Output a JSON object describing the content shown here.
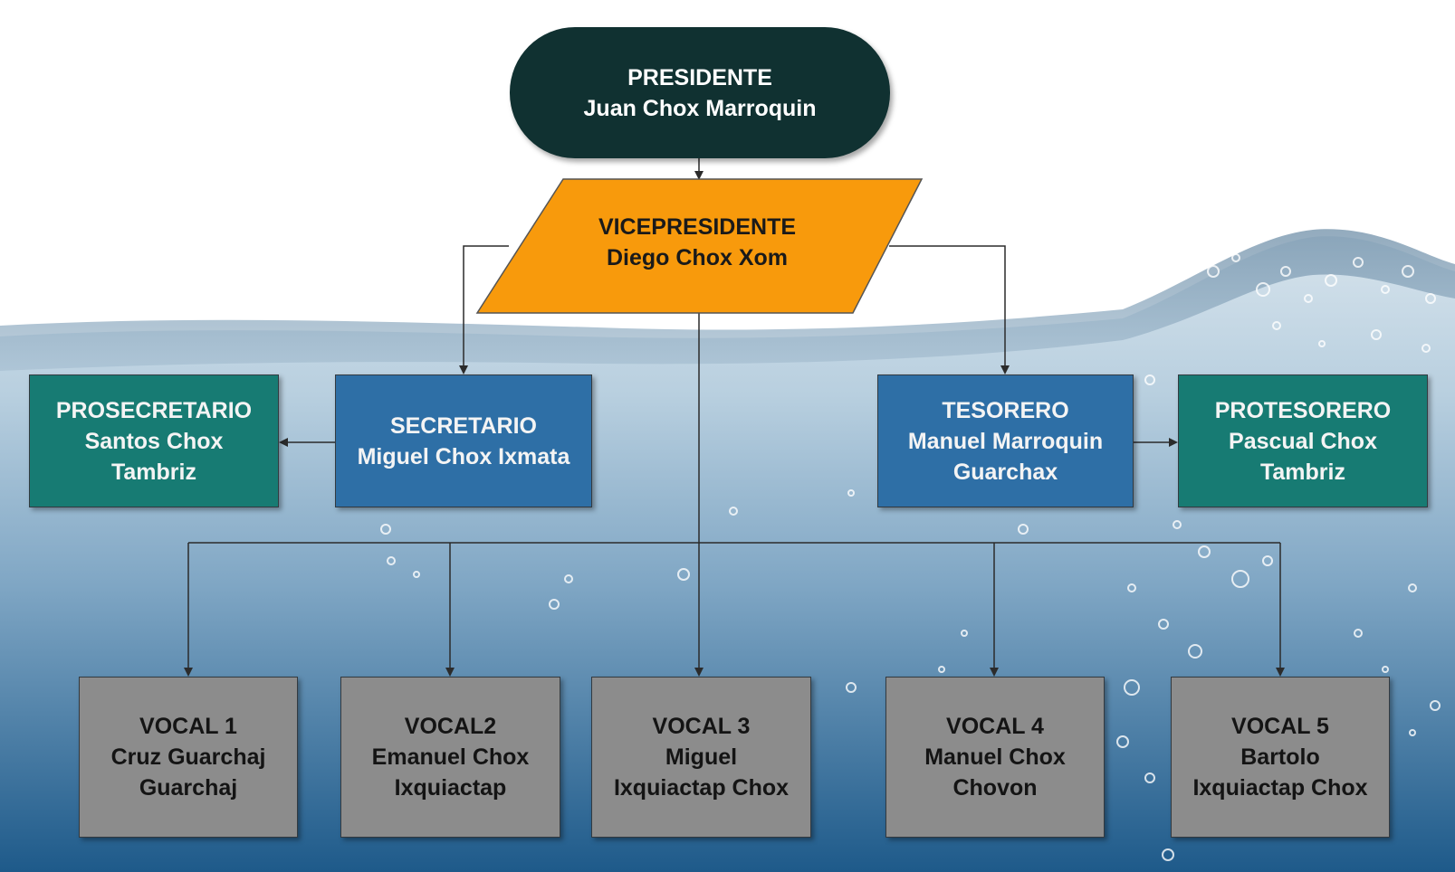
{
  "org_chart": {
    "president": {
      "label": "PRESIDENTE\nJuan Chox Marroquin"
    },
    "vicepresident": {
      "label": "VICEPRESIDENTE\nDiego Chox Xom"
    },
    "prosecretario": {
      "label": "PROSECRETARIO\nSantos Chox\nTambriz"
    },
    "secretario": {
      "label": "SECRETARIO\nMiguel Chox Ixmata"
    },
    "tesorero": {
      "label": "TESORERO\nManuel Marroquin\nGuarchax"
    },
    "protesorero": {
      "label": "PROTESORERO\nPascual Chox\nTambriz"
    },
    "vocales": [
      {
        "label": "VOCAL 1\nCruz Guarchaj\nGuarchaj"
      },
      {
        "label": "VOCAL2\nEmanuel Chox\nIxquiactap"
      },
      {
        "label": "VOCAL 3\nMiguel\nIxquiactap Chox"
      },
      {
        "label": "VOCAL 4\nManuel Chox\nChovon"
      },
      {
        "label": "VOCAL 5\nBartolo\nIxquiactap Chox"
      }
    ]
  },
  "colors": {
    "president_fill": "#103131",
    "vicepresident_fill": "#f89a0c",
    "secretario_tesorero_fill": "#2e6fa6",
    "pro_fill": "#177b73",
    "vocal_fill": "#8c8c8c",
    "connector": "#2b2b2b",
    "water_top": "#c9dce8",
    "water_deep": "#1e5a8a"
  }
}
